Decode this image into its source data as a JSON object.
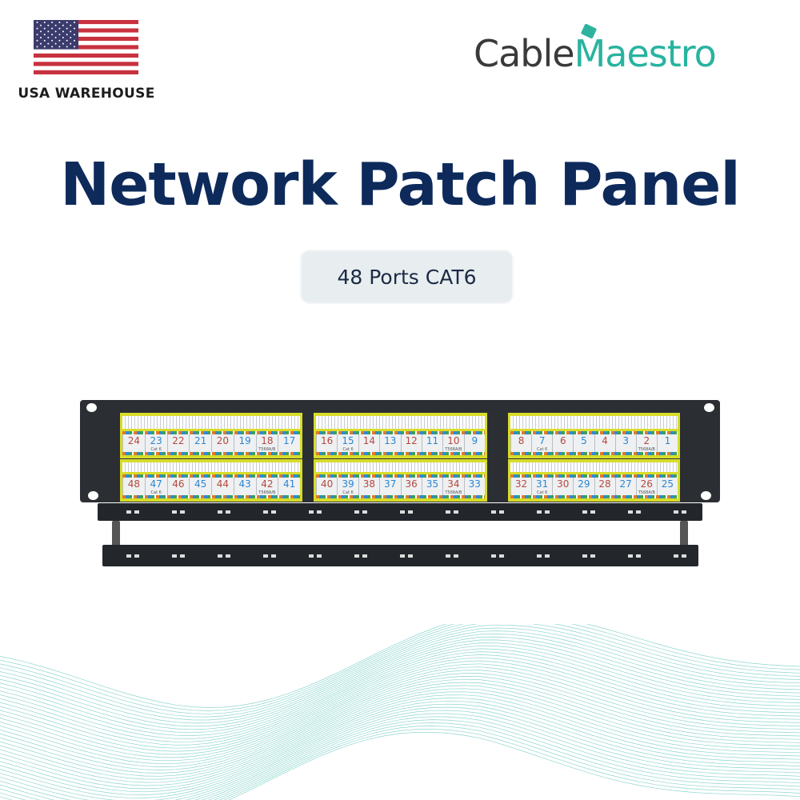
{
  "badge": {
    "text": "USA WAREHOUSE",
    "icon": "usa-flag-icon"
  },
  "logo": {
    "part1": "Cable",
    "part2": "Maestro",
    "color1": "#3a3a3c",
    "color2": "#29b3a0"
  },
  "title": "Network Patch Panel",
  "subtitle": "48 Ports CAT6",
  "colors": {
    "title": "#0d2a5b",
    "wave": "#2fb3a8",
    "even_port": "#b5483e",
    "odd_port": "#2a86d4"
  },
  "panel": {
    "top_blocks": [
      [
        "24",
        "23",
        "22",
        "21",
        "20",
        "19",
        "18",
        "17"
      ],
      [
        "16",
        "15",
        "14",
        "13",
        "12",
        "11",
        "10",
        "9"
      ],
      [
        "8",
        "7",
        "6",
        "5",
        "4",
        "3",
        "2",
        "1"
      ]
    ],
    "bottom_blocks": [
      [
        "48",
        "47",
        "46",
        "45",
        "44",
        "43",
        "42",
        "41"
      ],
      [
        "40",
        "39",
        "38",
        "37",
        "36",
        "35",
        "34",
        "33"
      ],
      [
        "32",
        "31",
        "30",
        "29",
        "28",
        "27",
        "26",
        "25"
      ]
    ],
    "cat_label": "Cat 6",
    "wiring_label": "T568A/B"
  }
}
